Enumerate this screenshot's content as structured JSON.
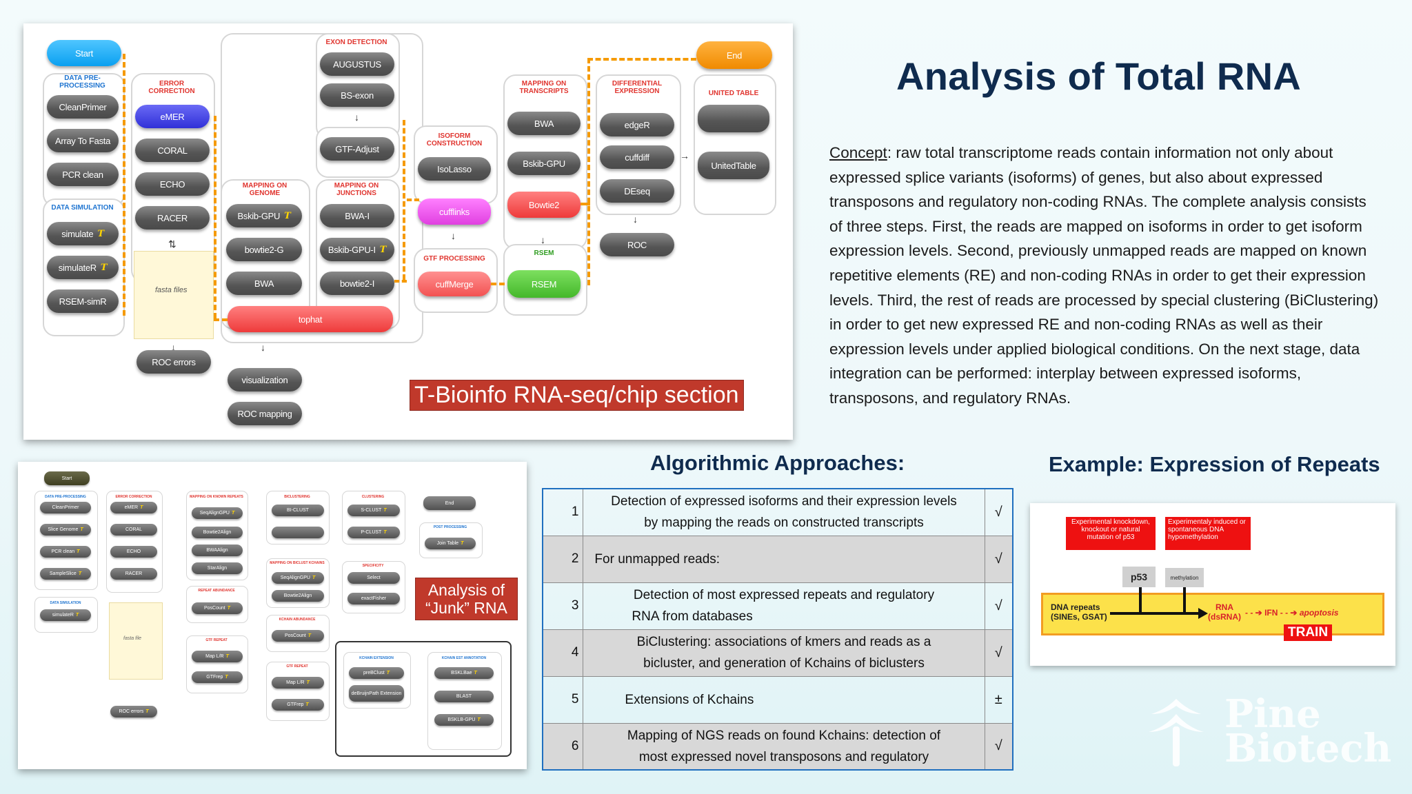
{
  "title": "Analysis of Total RNA",
  "concept": {
    "label": "Concept",
    "text": ": raw total transcriptome reads contain information not only about expressed splice variants (isoforms) of genes, but also about expressed transposons and regulatory non-coding RNAs. The complete analysis consists of three steps. First, the reads are mapped on isoforms in order to get isoform expression levels. Second, previously unmapped reads are mapped on known repetitive elements (RE) and non-coding RNAs in order to get their expression levels. Third, the rest of reads are processed by special clustering (BiClustering) in order to get new expressed RE and non-coding RNAs as well as their expression levels under applied biological conditions. On the next stage, data integration can be performed: interplay between expressed isoforms, transposons, and regulatory RNAs."
  },
  "algorithmic": {
    "heading": "Algorithmic Approaches:",
    "rows": [
      {
        "num": "1",
        "line1": "Detection of expressed isoforms and their expression levels",
        "line2": "by mapping the reads on constructed transcripts",
        "mark": "√",
        "shaded": false,
        "align": "center"
      },
      {
        "num": "2",
        "line1": "For unmapped reads:",
        "line2": "",
        "mark": "√",
        "shaded": true,
        "align": "left"
      },
      {
        "num": "3",
        "line1": "Detection of most expressed repeats and regulatory",
        "line2": "RNA from databases",
        "mark": "√",
        "shaded": false,
        "align": "center"
      },
      {
        "num": "4",
        "line1": "BiClustering: associations of kmers and reads as a",
        "line2": "bicluster,  and generation of Kchains of biclusters",
        "mark": "√",
        "shaded": true,
        "align": "center"
      },
      {
        "num": "5",
        "line1": "Extensions of Kchains",
        "line2": "",
        "mark": "±",
        "shaded": false,
        "align": "center"
      },
      {
        "num": "6",
        "line1": "Mapping of NGS reads on found Kchains: detection of",
        "line2": "most expressed novel transposons and regulatory",
        "mark": "√",
        "shaded": true,
        "align": "center"
      }
    ]
  },
  "example": {
    "heading": "Example: Expression of Repeats",
    "box1": "Experimental knockdown, knockout or natural mutation of p53",
    "box2": "Experimentaly induced or spontaneous DNA hypomethylation",
    "p53": "p53",
    "methylation": "methylation",
    "dna_repeats": "DNA repeats",
    "dna_repeats_sub": "(SINEs, GSAT)",
    "rna": "RNA",
    "rna_sub": "(dsRNA)",
    "ifn": "IFN",
    "apoptosis": "apoptosis",
    "train": "TRAIN"
  },
  "slide1": {
    "overlay": "T-Bioinfo RNA-seq/chip section",
    "start": "Start",
    "end": "End",
    "labels": {
      "data_pre": "DATA PRE-PROCESSING",
      "error_corr": "ERROR CORRECTION",
      "data_sim": "DATA SIMULATION",
      "exon_det": "EXON DETECTION",
      "map_genome": "MAPPING ON GENOME",
      "map_junctions": "MAPPING ON JUNCTIONS",
      "isoform": "ISOFORM CONSTRUCTION",
      "gtf_proc": "GTF PROCESSING",
      "map_transcripts": "MAPPING ON TRANSCRIPTS",
      "rsem_label": "RSEM",
      "diff_expr": "DIFFERENTIAL EXPRESSION",
      "united_table": "UNITED TABLE",
      "fasta": "fasta  files"
    },
    "pills": {
      "cleanprimer": "CleanPrimer",
      "arraytofasta": "Array To Fasta",
      "pcrclean": "PCR clean",
      "simulate": "simulate",
      "simulater": "simulateR",
      "rsemsimr": "RSEM-simR",
      "emer": "eMER",
      "coral": "CORAL",
      "echo": "ECHO",
      "racer": "RACER",
      "rocerrors": "ROC errors",
      "augustus": "AUGUSTUS",
      "bsexon": "BS-exon",
      "gtfadjust": "GTF-Adjust",
      "bskibgpu": "Bskib-GPU",
      "bowtie2g": "bowtie2-G",
      "bwa": "BWA",
      "bwai": "BWA-I",
      "bskibgpui": "Bskib-GPU-I",
      "bowtie2i": "bowtie2-I",
      "tophat": "tophat",
      "visualization": "visualization",
      "rocmapping": "ROC mapping",
      "isolasso": "IsoLasso",
      "cufflinks": "cufflinks",
      "cuffmerge": "cuffMerge",
      "bwa_t": "BWA",
      "bskibgpu_t": "Bskib-GPU",
      "bowtie2": "Bowtie2",
      "rsem": "RSEM",
      "edger": "edgeR",
      "cuffdiff": "cuffdiff",
      "deseq": "DEseq",
      "roc": "ROC",
      "unitedtable": "UnitedTable",
      "t_mark": "T"
    }
  },
  "slide2": {
    "overlay_line1": "Analysis of",
    "overlay_line2": "“Junk” RNA",
    "start": "Start",
    "end": "End",
    "fasta": "fasta file",
    "labels": {
      "data_pre": "DATA PRE-PROCESSING",
      "error_corr": "ERROR CORRECTION",
      "map_known": "MAPPING ON KNOWN REPEATS",
      "clustering": "BICLUSTERING",
      "clustering2": "CLUSTERING",
      "post": "POST PROCESSING",
      "data_sim": "DATA SIMULATION",
      "repeat_abund": "REPEAT ABUNDANCE",
      "map_biclust": "MAPPING ON BICLUST KCHAINS",
      "specificity": "SPECIFICITY",
      "gtf_repeat": "GTF REPEAT",
      "kchain_abund": "KCHAIN ABUNDANCE",
      "kchain_ext": "KCHAIN EXTENSION",
      "kchain_annot": "KCHAIN EST ANNOTATION",
      "gtf_repeat2": "GTF REPEAT"
    },
    "pills": {
      "cleanprimer": "CleanPrimer",
      "slicegenome": "Slice Genome",
      "pcrclean": "PCR clean",
      "sampleslice": "SampleSlice",
      "simulater": "simulateR",
      "emer": "eMER",
      "coral": "CORAL",
      "echo": "ECHO",
      "racer": "RACER",
      "rocerrors": "ROC errors",
      "seqaligngpu": "SeqAlignGPU",
      "bowtie2align": "Bowtie2Align",
      "bwaalign": "BWAAlign",
      "staralign": "StarAlign",
      "poscount": "PosCount",
      "maplr": "Map L/R",
      "gtfrep": "GTFrep",
      "biclust": "BI-CLUST",
      "blank": "",
      "seqaligngpu2": "SeqAlignGPU",
      "bowtie2align2": "Bowtie2Align",
      "poscount2": "PosCount",
      "maplr2": "Map L/R",
      "gtfrep2": "GTFrep",
      "sclust": "S-CLUST",
      "pclust": "P-CLUST",
      "select": "Select",
      "exactfisher": "exactFisher",
      "joint": "Join Table",
      "prebclust": "preBClust",
      "debruijn": "deBruijnPath Extension",
      "bsklbae": "BSKLBae",
      "blast": "BLAST",
      "bsklbgpu": "BSKLB-GPU",
      "t_mark": "T"
    }
  },
  "logo": {
    "line1": "Pine",
    "line2": "Biotech"
  },
  "colors": {
    "title": "#0f2b4e",
    "table_border": "#1f6fbf",
    "overlay": "#c0392b",
    "dashed": "#f59a00"
  }
}
